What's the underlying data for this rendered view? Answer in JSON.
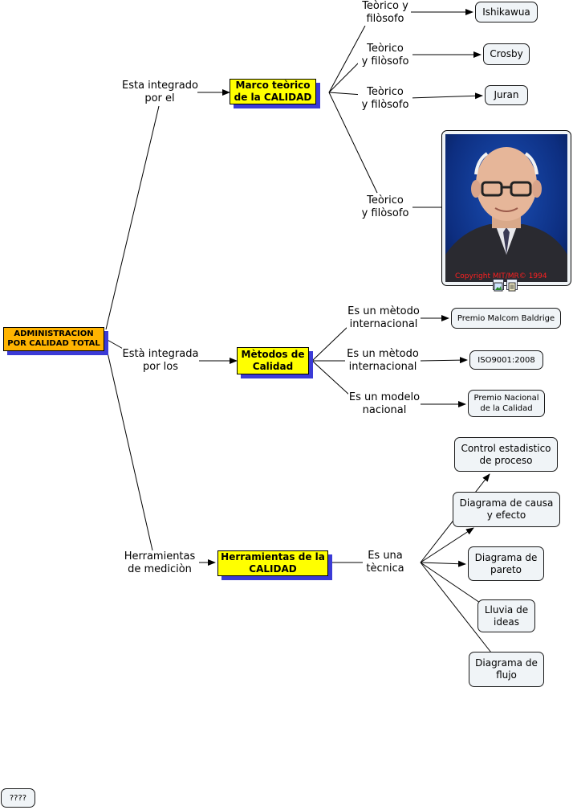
{
  "colors": {
    "concept": "#ffff00",
    "root": "#ffb400",
    "shadow": "#3b3bd6",
    "leaf": "#f0f4f7",
    "copyright": "#ff2020"
  },
  "root": {
    "line1": "ADMINISTRACION",
    "line2": "POR CALIDAD TOTAL"
  },
  "branches": {
    "marco": {
      "link_line1": "Esta integrado",
      "link_line2": "por el",
      "concept_line1": "Marco teòrico",
      "concept_line2": "de la CALIDAD",
      "sub_links": [
        {
          "line1": "Teòrico y",
          "line2": "filòsofo"
        },
        {
          "line1": "Teòrico",
          "line2": "y filòsofo"
        },
        {
          "line1": "Teòrico",
          "line2": "y filòsofo"
        },
        {
          "line1": "Teòrico",
          "line2": "y filòsofo"
        }
      ],
      "leaves": [
        "Ishikawua",
        "Crosby",
        "Juran"
      ],
      "photo_caption": "Copyright MIT/MR© 1994",
      "photo_icons": [
        "image-icon",
        "document-icon"
      ]
    },
    "metodos": {
      "link_line1": "Està integrada",
      "link_line2": "por los",
      "concept_line1": "Mètodos de",
      "concept_line2": "Calidad",
      "sub_links": [
        {
          "line1": "Es un mètodo",
          "line2": "internacional"
        },
        {
          "line1": "Es un mètodo",
          "line2": "internacional"
        },
        {
          "line1": "Es un modelo",
          "line2": "nacional"
        }
      ],
      "leaves": [
        {
          "line1": "Premio Malcom Baldrige",
          "line2": ""
        },
        {
          "line1": "ISO9001:2008",
          "line2": ""
        },
        {
          "line1": "Premio Nacional",
          "line2": "de la Calidad"
        }
      ]
    },
    "herramientas": {
      "link_line1": "Herramientas",
      "link_line2": "de mediciòn",
      "concept_line1": "Herramientas de la",
      "concept_line2": "CALIDAD",
      "sub_link_line1": "Es una",
      "sub_link_line2": "tècnica",
      "leaves": [
        {
          "line1": "Control estadistico",
          "line2": "de proceso"
        },
        {
          "line1": "Diagrama de causa",
          "line2": "y efecto"
        },
        {
          "line1": "Diagrama de",
          "line2": "pareto"
        },
        {
          "line1": "Lluvia de",
          "line2": "ideas"
        },
        {
          "line1": "Diagrama de",
          "line2": "flujo"
        }
      ]
    }
  },
  "corner_button": "????"
}
